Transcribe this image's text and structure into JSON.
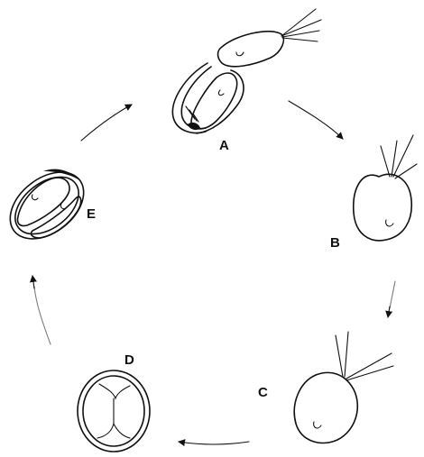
{
  "diagram": {
    "stages": [
      {
        "id": "A",
        "label": "A"
      },
      {
        "id": "B",
        "label": "B"
      },
      {
        "id": "C",
        "label": "C"
      },
      {
        "id": "D",
        "label": "D"
      },
      {
        "id": "E",
        "label": "E"
      }
    ]
  }
}
